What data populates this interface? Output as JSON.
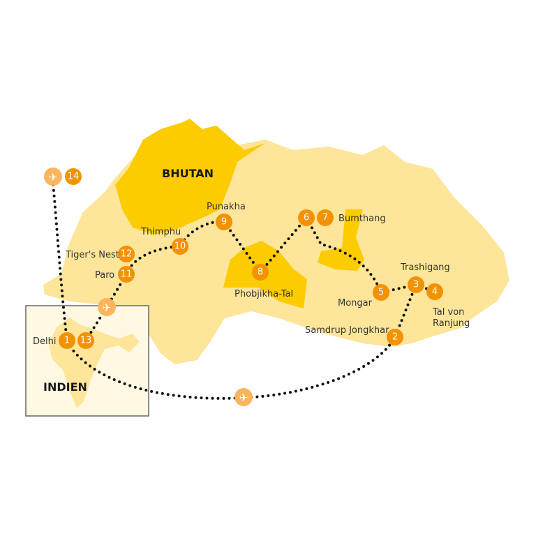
{
  "colors": {
    "land": "#fde59a",
    "highlight": "#fccb00",
    "marker": "#f39200",
    "plane": "#fbb55e",
    "inset": "#fff9e3"
  },
  "countries": {
    "bhutan": "BHUTAN",
    "india": "INDIEN"
  },
  "places": {
    "delhi": "Delhi",
    "tigers_nest": "Tiger's Nest",
    "paro": "Paro",
    "thimphu": "Thimphu",
    "punakha": "Punakha",
    "phobjikha": "Phobjikha-Tal",
    "bumthang": "Bumthang",
    "mongar": "Mongar",
    "trashigang": "Trashigang",
    "ranjung_1": "Tal von",
    "ranjung_2": "Ranjung",
    "samdrup": "Samdrup Jongkhar"
  },
  "stops": [
    "1",
    "2",
    "3",
    "4",
    "5",
    "6",
    "7",
    "8",
    "9",
    "10",
    "11",
    "12",
    "13",
    "14"
  ],
  "icons": [
    "airplane-icon",
    "airplane-icon",
    "airplane-icon"
  ]
}
